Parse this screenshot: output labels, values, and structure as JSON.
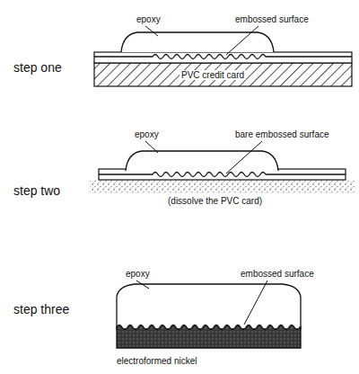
{
  "diagram": {
    "labels": [
      "epoxy",
      "embossed surface",
      "step one",
      "PVC credit card",
      "epoxy",
      "bare embossed surface",
      "step two",
      "(dissolve the PVC card)",
      "epoxy",
      "embossed surface",
      "step three",
      "electroformed nickel"
    ]
  }
}
